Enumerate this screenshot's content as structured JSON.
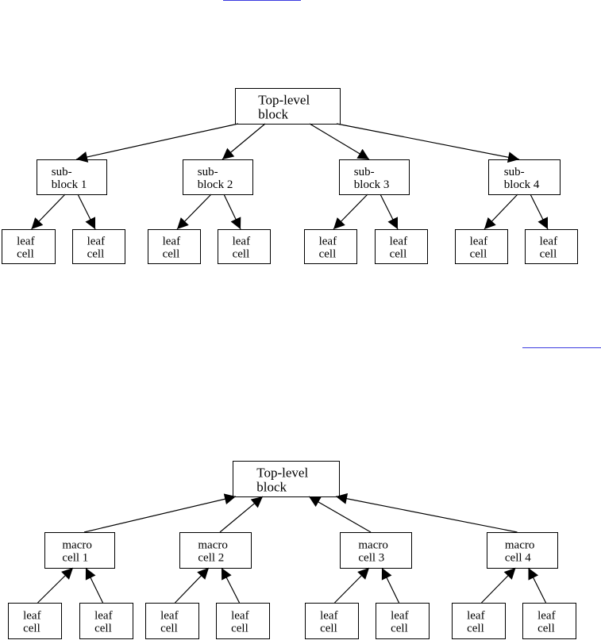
{
  "diagrams": [
    {
      "id": "top-down",
      "direction": "down",
      "root": [
        "Top-level",
        "block"
      ],
      "children": [
        {
          "label": [
            "sub-",
            "block 1"
          ],
          "leaves": [
            [
              "leaf",
              "cell"
            ],
            [
              "leaf",
              "cell"
            ]
          ]
        },
        {
          "label": [
            "sub-",
            "block 2"
          ],
          "leaves": [
            [
              "leaf",
              "cell"
            ],
            [
              "leaf",
              "cell"
            ]
          ]
        },
        {
          "label": [
            "sub-",
            "block 3"
          ],
          "leaves": [
            [
              "leaf",
              "cell"
            ],
            [
              "leaf",
              "cell"
            ]
          ]
        },
        {
          "label": [
            "sub-",
            "block 4"
          ],
          "leaves": [
            [
              "leaf",
              "cell"
            ],
            [
              "leaf",
              "cell"
            ]
          ]
        }
      ]
    },
    {
      "id": "bottom-up",
      "direction": "up",
      "root": [
        "Top-level",
        "block"
      ],
      "children": [
        {
          "label": [
            "macro",
            "cell 1"
          ],
          "leaves": [
            [
              "leaf",
              "cell"
            ],
            [
              "leaf",
              "cell"
            ]
          ]
        },
        {
          "label": [
            "macro",
            "cell 2"
          ],
          "leaves": [
            [
              "leaf",
              "cell"
            ],
            [
              "leaf",
              "cell"
            ]
          ]
        },
        {
          "label": [
            "macro",
            "cell 3"
          ],
          "leaves": [
            [
              "leaf",
              "cell"
            ],
            [
              "leaf",
              "cell"
            ]
          ]
        },
        {
          "label": [
            "macro",
            "cell 4"
          ],
          "leaves": [
            [
              "leaf",
              "cell"
            ],
            [
              "leaf",
              "cell"
            ]
          ]
        }
      ]
    }
  ],
  "colors": {
    "stroke": "#000000",
    "box_fill": "#ffffff",
    "link": "#3a3ae0"
  }
}
